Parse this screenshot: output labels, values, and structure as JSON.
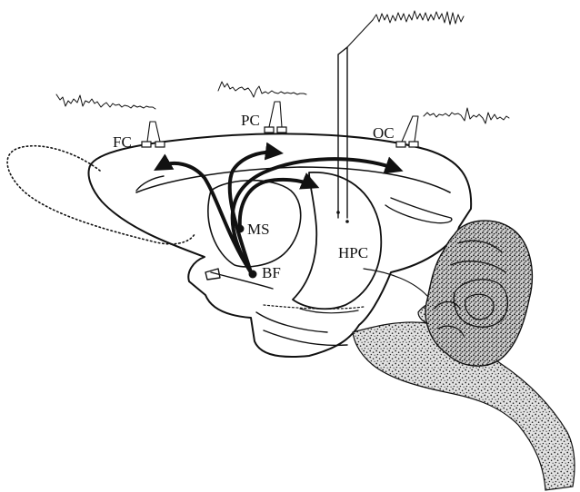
{
  "diagram": {
    "labels": {
      "fc": "FC",
      "pc": "PC",
      "oc": "OC",
      "ms": "MS",
      "bf": "BF",
      "hpc": "HPC"
    }
  },
  "colors": {
    "ink": "#111111",
    "paper": "#ffffff"
  }
}
